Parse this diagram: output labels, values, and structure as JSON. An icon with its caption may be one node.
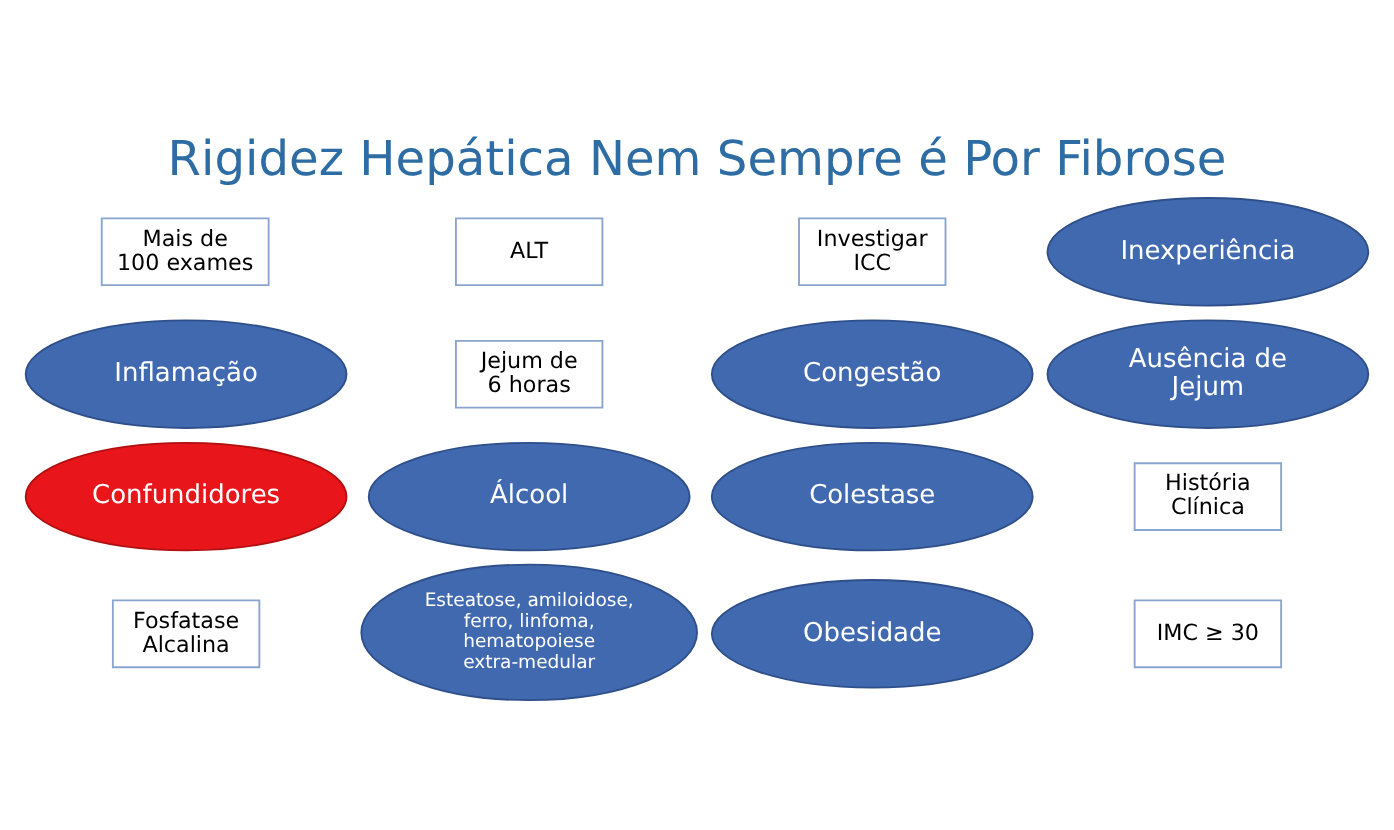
{
  "diagram": {
    "title": "Rigidez Hepática Nem Sempre é Por Fibrose",
    "nodes": [
      {
        "text": [
          "Mais de 100 exames"
        ]
      },
      {
        "text": [
          "ALT"
        ]
      },
      {
        "text": [
          "Investigar ICC"
        ]
      },
      {
        "text": [
          "Inexperiência"
        ]
      },
      {
        "text": [
          "Inflamação"
        ]
      },
      {
        "text": [
          "Jejum de 6 horas"
        ]
      },
      {
        "text": [
          "Congestão"
        ]
      },
      {
        "text": [
          "Ausência de Jejum"
        ]
      },
      {
        "text": [
          "Confundidores"
        ]
      },
      {
        "text": [
          "Álcool"
        ]
      },
      {
        "text": [
          "Colestase"
        ]
      },
      {
        "text": [
          "História Clínica"
        ]
      },
      {
        "text": [
          "Fosfatase Alcalina"
        ]
      },
      {
        "text": [
          "Esteatose, amiloidose, ferro, linfoma, hematopoiese extra-medular"
        ]
      },
      {
        "text": [
          "Obesidade"
        ]
      },
      {
        "text": [
          "IMC ≥ 30"
        ]
      }
    ],
    "edges": []
  }
}
